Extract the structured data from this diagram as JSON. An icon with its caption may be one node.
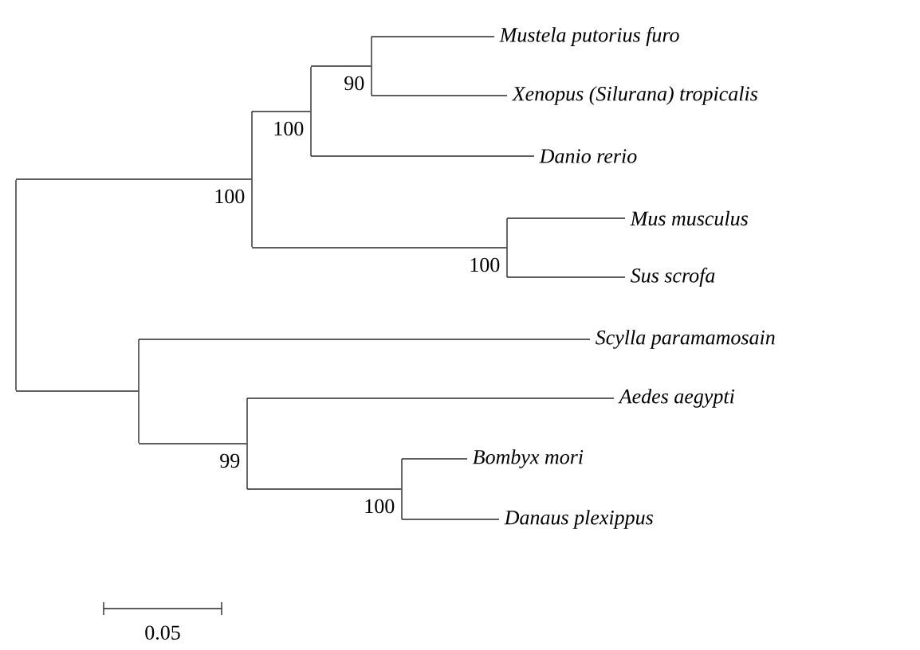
{
  "diagram": {
    "nodes": [
      {
        "text": [],
        "shape": "point"
      },
      {
        "text": [],
        "shape": "point",
        "beside": [
          "100"
        ]
      },
      {
        "text": [],
        "shape": "point",
        "beside": [
          "100"
        ]
      },
      {
        "text": [],
        "shape": "point",
        "beside": [
          "90"
        ]
      },
      {
        "text": [
          "Mustela putorius furo"
        ]
      },
      {
        "text": [
          "Xenopus (Silurana) tropicalis"
        ]
      },
      {
        "text": [
          "Danio rerio"
        ]
      },
      {
        "text": [],
        "shape": "point",
        "beside": [
          "100"
        ]
      },
      {
        "text": [
          "Mus musculus"
        ]
      },
      {
        "text": [
          "Sus scrofa"
        ]
      },
      {
        "text": [],
        "shape": "point"
      },
      {
        "text": [
          "Scylla paramamosain"
        ]
      },
      {
        "text": [],
        "shape": "point",
        "beside": [
          "99"
        ]
      },
      {
        "text": [
          "Aedes aegypti"
        ]
      },
      {
        "text": [],
        "shape": "point",
        "beside": [
          "100"
        ]
      },
      {
        "text": [
          "Bombyx mori"
        ]
      },
      {
        "text": [
          "Danaus plexippus"
        ]
      }
    ],
    "edges": [
      {
        "from": 0,
        "to": 1,
        "arrow": "none"
      },
      {
        "from": 1,
        "to": 2,
        "arrow": "none"
      },
      {
        "from": 2,
        "to": 3,
        "arrow": "none"
      },
      {
        "from": 3,
        "to": 4,
        "arrow": "none"
      },
      {
        "from": 3,
        "to": 5,
        "arrow": "none"
      },
      {
        "from": 2,
        "to": 6,
        "arrow": "none"
      },
      {
        "from": 1,
        "to": 7,
        "arrow": "none"
      },
      {
        "from": 7,
        "to": 8,
        "arrow": "none"
      },
      {
        "from": 7,
        "to": 9,
        "arrow": "none"
      },
      {
        "from": 0,
        "to": 10,
        "arrow": "none"
      },
      {
        "from": 10,
        "to": 11,
        "arrow": "none"
      },
      {
        "from": 10,
        "to": 12,
        "arrow": "none"
      },
      {
        "from": 12,
        "to": 13,
        "arrow": "none"
      },
      {
        "from": 12,
        "to": 14,
        "arrow": "none"
      },
      {
        "from": 14,
        "to": 15,
        "arrow": "none"
      },
      {
        "from": 14,
        "to": 16,
        "arrow": "none"
      }
    ],
    "labels": [
      "0.05"
    ]
  }
}
